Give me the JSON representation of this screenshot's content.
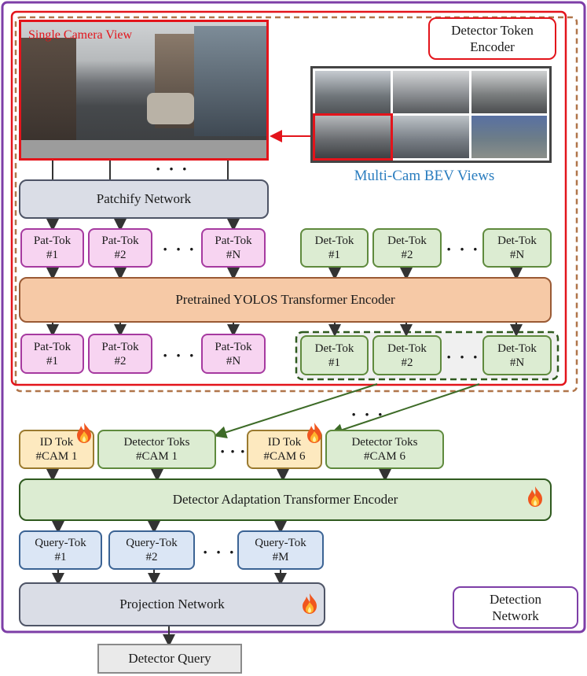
{
  "single_camera": {
    "title": "Single Camera View"
  },
  "multicam": {
    "title": "Multi-Cam BEV Views"
  },
  "encoder_label": "Detector Token\nEncoder",
  "network_label": "Detection\nNetwork",
  "patchify": "Patchify Network",
  "yolos": "Pretrained YOLOS Transformer Encoder",
  "ellipsis": "· · ·",
  "pat_tokens": [
    "Pat-Tok\n#1",
    "Pat-Tok\n#2",
    "Pat-Tok\n#N"
  ],
  "det_tokens": [
    "Det-Tok\n#1",
    "Det-Tok\n#2",
    "Det-Tok\n#N"
  ],
  "pat_out": [
    "Pat-Tok\n#1",
    "Pat-Tok\n#2",
    "Pat-Tok\n#N"
  ],
  "det_out": [
    "Det-Tok\n#1",
    "Det-Tok\n#2",
    "Det-Tok\n#N"
  ],
  "id_tok_1": "ID Tok\n#CAM 1",
  "det_toks_1": "Detector Toks\n#CAM 1",
  "id_tok_6": "ID Tok\n#CAM 6",
  "det_toks_6": "Detector Toks\n#CAM 6",
  "adaptation": "Detector Adaptation Transformer Encoder",
  "queries": [
    "Query-Tok\n#1",
    "Query-Tok\n#2",
    "Query-Tok\n#M"
  ],
  "projection": "Projection Network",
  "output": "Detector Query",
  "colors": {
    "red": "#e3141b",
    "purple": "#7d3ea7",
    "brown": "#b0754a",
    "blue": "#2a7dbf"
  },
  "icons": {
    "trainable": "flame-icon",
    "selection": "red-arrow-icon"
  }
}
